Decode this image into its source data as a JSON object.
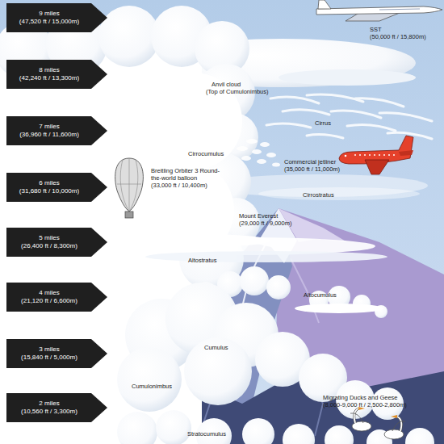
{
  "diagram": {
    "nodes": [
      {
        "text": [
          "9 miles",
          "(47,520 ft / 15,000m)"
        ]
      },
      {
        "text": [
          "8 miles",
          "(42,240 ft / 13,300m)"
        ]
      },
      {
        "text": [
          "7 miles",
          "(36,960 ft / 11,600m)"
        ]
      },
      {
        "text": [
          "6 miles",
          "(31,680 ft / 10,000m)"
        ]
      },
      {
        "text": [
          "5 miles",
          "(26,400 ft / 8,300m)"
        ]
      },
      {
        "text": [
          "4 miles",
          "(21,120 ft / 6,600m)"
        ]
      },
      {
        "text": [
          "3 miles",
          "(15,840 ft / 5,000m)"
        ]
      },
      {
        "text": [
          "2 miles",
          "(10,560 ft / 3,300m)"
        ]
      }
    ],
    "labels": [
      "SST",
      "(50,000 ft / 15,800m)",
      "Anvil cloud",
      "(Top of Cumulonimbus)",
      "Cirrus",
      "Cirrocumulus",
      "Breitling Orbiter 3 Round-the-world balloon",
      "(33,000 ft / 10,400m)",
      "Commercial jetliner",
      "(35,000 ft / 11,000m)",
      "Cirrostratus",
      "Mount Everest",
      "(29,000 ft / 9,000m)",
      "Altostratus",
      "Altocumulus",
      "Cumulus",
      "Cumulonimbus",
      "Migrating Ducks and Geese",
      "(8,000-9,000 ft / 2,500-2,800m)",
      "Stratocumulus"
    ]
  }
}
